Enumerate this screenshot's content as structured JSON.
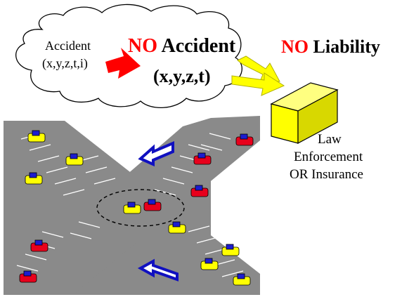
{
  "cloud": {
    "input_label": "Accident",
    "input_coords": "(x,y,z,t,i)",
    "no_word": "NO",
    "accident_word": "Accident",
    "output_coords": "(x,y,z,t)"
  },
  "liability": {
    "no_word": "NO",
    "label": "Liability"
  },
  "authority": {
    "line1": "Law",
    "line2": "Enforcement",
    "line3": "OR Insurance"
  },
  "colors": {
    "road": "#8a8a8a",
    "road_edge": "#6f6f6f",
    "lane_marking": "#ffffff",
    "car_yellow": "#ffff00",
    "car_red": "#e8001c",
    "car_roof": "#1c1cd0",
    "red_arrow": "#ff0000",
    "yellow_arrow": "#ffff00",
    "box_face": "#ffff00",
    "box_top": "#ffff80",
    "box_side": "#d8d800",
    "direction_arrow": "#1010c0",
    "text_red": "#ff0000"
  },
  "icons": {
    "flow_arrow_1": "red-arrow-icon",
    "flow_arrow_2": "yellow-arrow-icon",
    "flow_arrow_3": "yellow-arrow-icon",
    "authority_box": "yellow-box-icon",
    "direction_signs": "left-arrow-icon",
    "cars": "car-icon"
  }
}
